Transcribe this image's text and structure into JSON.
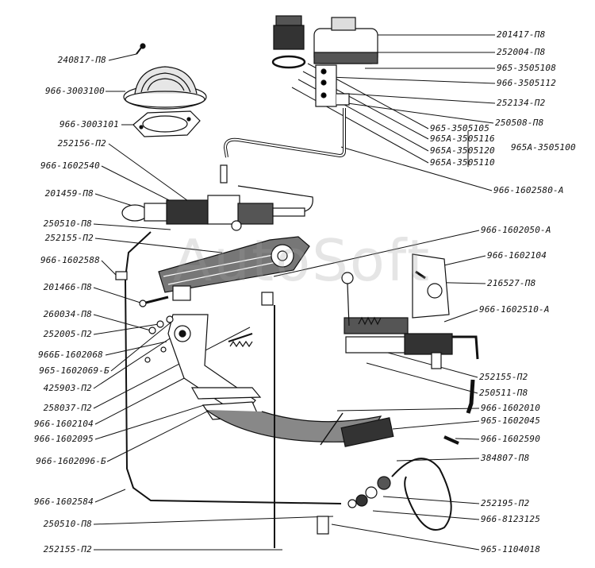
{
  "watermark": "AutoSoft",
  "labels_left": [
    "240817-П8",
    "966-3003100",
    "966-3003101",
    "252156-П2",
    "966-1602540",
    "201459-П8",
    "250510-П8",
    "252155-П2",
    "966-1602588",
    "201466-П8",
    "260034-П8",
    "252005-П2",
    "966Б-1602068",
    "965-1602069-Б",
    "425903-П2",
    "258037-П2",
    "966-1602104",
    "966-1602095",
    "966-1602096-Б",
    "966-1602584",
    "250510-П8",
    "252155-П2"
  ],
  "labels_right": [
    "201417-П8",
    "252004-П8",
    "965-3505108",
    "966-3505112",
    "252134-П2",
    "250508-П8",
    "966-1602580-А",
    "966-1602050-А",
    "966-1602104",
    "216527-П8",
    "966-1602510-А",
    "252155-П2",
    "250511-П8",
    "966-1602010",
    "965-1602045",
    "966-1602590",
    "384807-П8",
    "252195-П2",
    "966-8123125",
    "965-1104018"
  ],
  "labels_middle": [
    "965-3505105",
    "965А-3505116",
    "965А-3505120",
    "965А-3505110",
    "965А-3505100"
  ]
}
